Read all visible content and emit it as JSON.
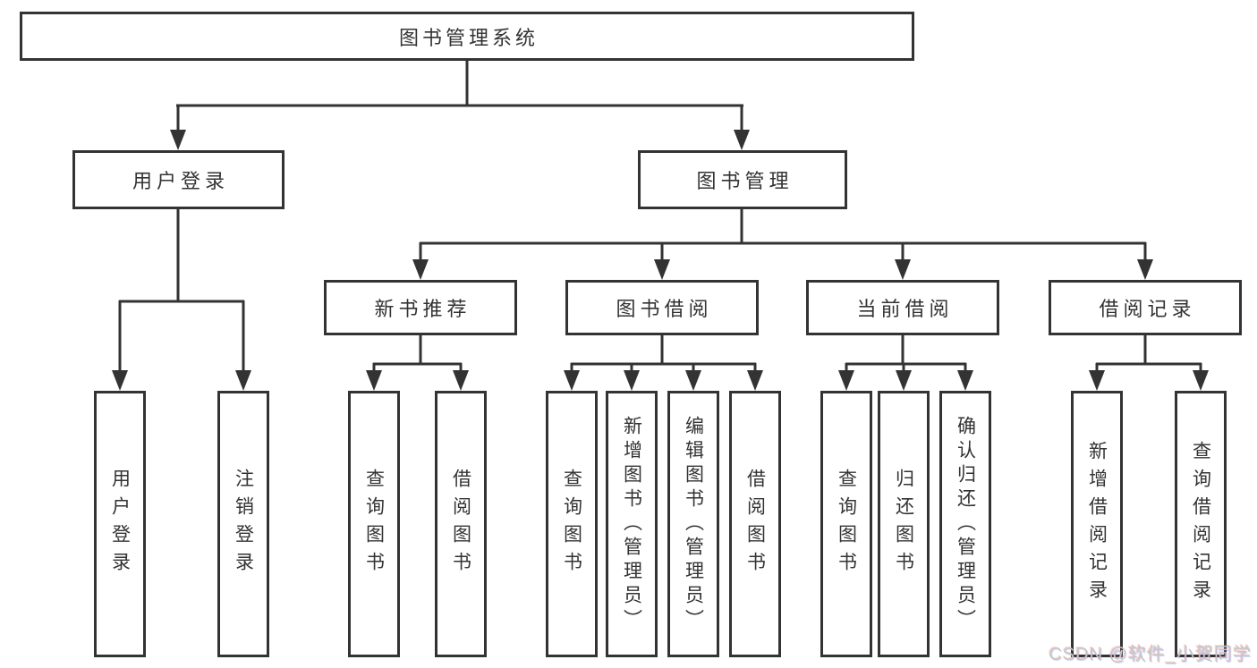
{
  "tree": {
    "label": "图书管理系统",
    "children": [
      {
        "label": "用户登录",
        "children": [
          {
            "label": "用户登录"
          },
          {
            "label": "注销登录"
          }
        ]
      },
      {
        "label": "图书管理",
        "children": [
          {
            "label": "新书推荐",
            "children": [
              {
                "label": "查询图书"
              },
              {
                "label": "借阅图书"
              }
            ]
          },
          {
            "label": "图书借阅",
            "children": [
              {
                "label": "查询图书"
              },
              {
                "label": "新增图书（管理员）"
              },
              {
                "label": "编辑图书（管理员）"
              },
              {
                "label": "借阅图书"
              }
            ]
          },
          {
            "label": "当前借阅",
            "children": [
              {
                "label": "查询图书"
              },
              {
                "label": "归还图书"
              },
              {
                "label": "确认归还（管理员）"
              }
            ]
          },
          {
            "label": "借阅记录",
            "children": [
              {
                "label": "新增借阅记录"
              },
              {
                "label": "查询借阅记录"
              }
            ]
          }
        ]
      }
    ]
  },
  "watermark": {
    "text": "CSDN @软件_小贺同学"
  },
  "colors": {
    "line": "#333333",
    "box_border": "#333333",
    "text": "#333333",
    "background": "#ffffff",
    "watermark": "#c6c6c6"
  }
}
